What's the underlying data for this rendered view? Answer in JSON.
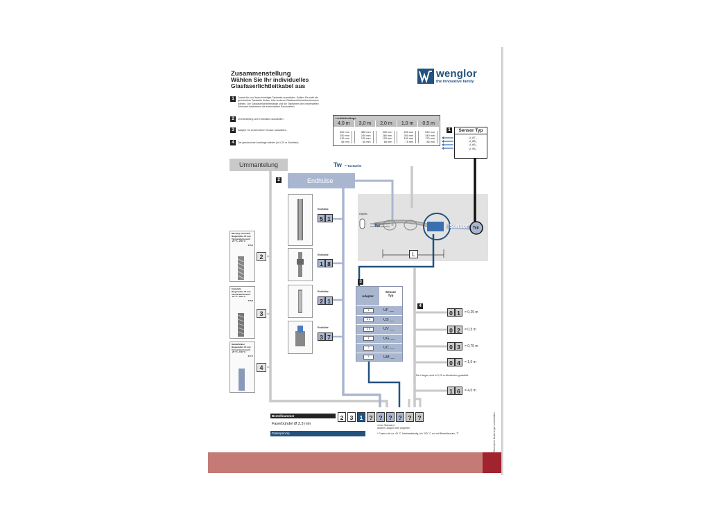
{
  "header": {
    "title_line1": "Zusammenstellung",
    "title_line2": "Wählen Sie Ihr individuelles",
    "title_line3": "Glasfaserlichtleitkabel aus"
  },
  "brand": {
    "name": "wenglor",
    "tagline": "the innovative family",
    "logo_color": "#23527e"
  },
  "steps": [
    {
      "num": "1",
      "text": "Zuerst die von Ihnen benötigte Tastweite auswählen. Sollten Sie nicht die gewünschte Tastweite finden, bitte anderen Glasfaserbündeldurchmesser wählen. Die Glasfaserlichtleiterlänge und die Tastweiten der verwendeten Sensoren bestimmen die erreichbaren Reichweiten."
    },
    {
      "num": "2",
      "text": "Ummantelung und Endhülsen auswählen."
    },
    {
      "num": "3",
      "text": "Adapter für verwendeten Sensor auswählen."
    },
    {
      "num": "4",
      "text": "Die gewünschte Armlänge wählen (in 0,25 m Schritten)."
    }
  ],
  "length_table": {
    "header": "Lichtleiterlänge",
    "columns": [
      "4,0 m",
      "3,0 m",
      "2,0 m",
      "1,0 m",
      "0,5 m"
    ],
    "rows": [
      [
        "300 mm",
        "380 mm",
        "390 mm",
        "400 mm",
        "510 mm"
      ],
      [
        "250 mm",
        "240 mm",
        "280 mm",
        "300 mm",
        "340 mm"
      ],
      [
        "110 mm",
        "120 mm",
        "120 mm",
        "150 mm",
        "170 mm"
      ],
      [
        "55 mm",
        "60 mm",
        "65 mm",
        "75 mm",
        "85 mm"
      ]
    ]
  },
  "tw_label": "Tw",
  "tw_desc": "= Tastweite",
  "sensor_typ": {
    "step": "1",
    "title": "Sensor Typ",
    "items": [
      "U_87_",
      "U_88_",
      "U_66_",
      "U_55_"
    ]
  },
  "ummantelung_label": "Ummantelung",
  "endhuelse": {
    "step": "2",
    "label": "Endhülse"
  },
  "diagram_labels": {
    "objekt": "Objekt",
    "tw": "Tw",
    "sensor": "Sensor",
    "typ": "Typ",
    "l": "L"
  },
  "endhuelse_options": [
    {
      "label": "Endhülse",
      "digits": [
        "5",
        "1"
      ]
    },
    {
      "label": "Endhülse",
      "digits": [
        "1",
        "8"
      ]
    },
    {
      "label": "Endhülse",
      "digits": [
        "2",
        "1"
      ]
    },
    {
      "label": "Endhülse",
      "digits": [
        "3",
        "7"
      ]
    }
  ],
  "ummantelung_options": [
    {
      "num": "2",
      "lines": [
        "Messing vernickelt",
        "Biegeradius 10 mm",
        "Temperaturbereich",
        "-25 °C...250 °C"
      ],
      "dia": "Ø 6,2"
    },
    {
      "num": "3",
      "lines": [
        "Edelstahl",
        "Biegeradius 15 mm",
        "Temperaturbereich",
        "-25 °C...250 °C"
      ],
      "dia": "Ø 6,8"
    },
    {
      "num": "4",
      "lines": [
        "Metall/Silikon",
        "Biegeradius 15 mm",
        "Temperaturbereich",
        "-25 °C...150 °C"
      ],
      "dia": "Ø 7,5"
    }
  ],
  "adapter": {
    "step": "3",
    "col1": "Adapter",
    "col2": "Sensor",
    "col2b": "Typ",
    "rows": [
      {
        "pill": "1",
        "code": "UF __"
      },
      {
        "pill": "5  6",
        "code": "US __"
      },
      {
        "pill": "2  5",
        "code": "UV __"
      },
      {
        "pill": "1",
        "code": "UG __"
      },
      {
        "pill": "2",
        "code": "UC __"
      },
      {
        "pill": "3",
        "code": "UM __"
      }
    ]
  },
  "lengths": {
    "step": "4",
    "note": "Die Längen sind in 0,25 m Abständen gestaffelt.",
    "options": [
      {
        "digits": [
          "0",
          "1"
        ],
        "text": "= 0,25 m"
      },
      {
        "digits": [
          "0",
          "2"
        ],
        "text": "= 0,5 m"
      },
      {
        "digits": [
          "0",
          "3"
        ],
        "text": "= 0,75 m"
      },
      {
        "digits": [
          "0",
          "4"
        ],
        "text": "= 1,0 m"
      },
      {
        "digits": [
          "1",
          "6"
        ],
        "text": "= 4,0 m"
      }
    ]
  },
  "order": {
    "label": "Bestellnummer",
    "line1": "Faserbündel Ø 2,3 mm",
    "line2": "Tasterprinzip",
    "digits": [
      "2",
      "3",
      "1",
      "?",
      "?",
      "?",
      "?",
      "?",
      "?"
    ],
    "note1": "4 mm Standard",
    "note2": "andere Längen bitte angeben",
    "note3": "* Fasern bis ca. 40 °C hitzebeständig, bis 200 °C nur mit Bestellzusatz „T\""
  },
  "side_text": "Technische Änderungen vorbehalten",
  "colors": {
    "blue_light": "#a9b6cf",
    "blue_dark": "#23527e",
    "gray": "#c9c9c9",
    "footer": "#c47a75",
    "footer_end": "#a0232e"
  }
}
